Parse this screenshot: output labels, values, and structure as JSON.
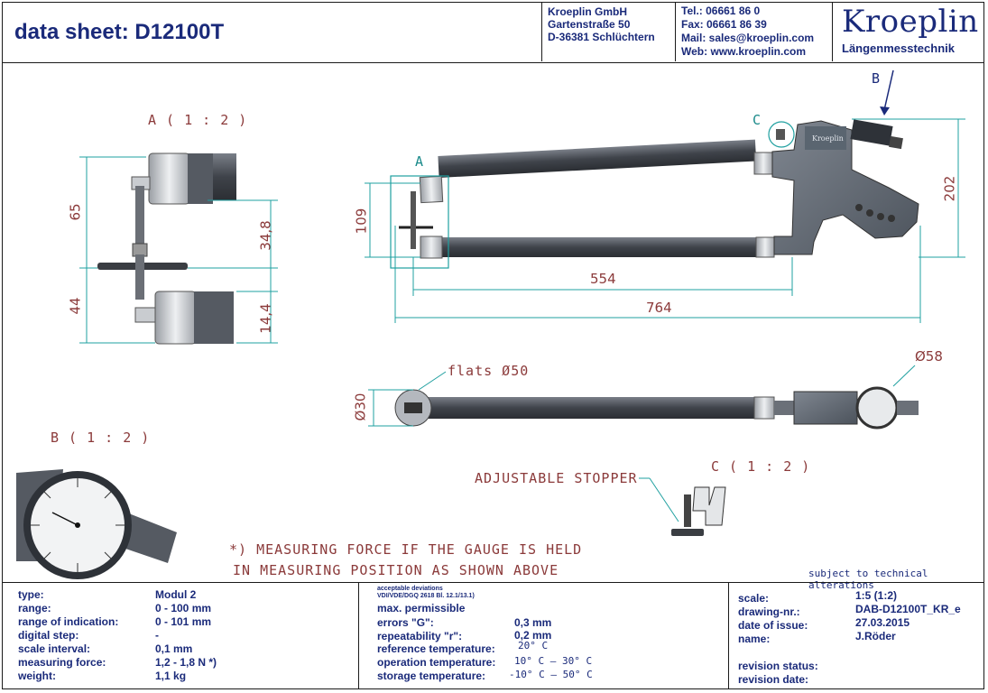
{
  "header": {
    "title": "data sheet:  D12100T",
    "company": [
      "Kroeplin GmbH",
      "Gartenstraße 50",
      "D-36381 Schlüchtern"
    ],
    "contact": [
      "Tel.:  06661 86 0",
      "Fax:  06661 86 39",
      "Mail: sales@kroeplin.com",
      "Web: www.kroeplin.com"
    ],
    "logo_name": "Kroeplin",
    "logo_sub": "Längenmesstechnik"
  },
  "drawing": {
    "view_a_title": "A ( 1 : 2 )",
    "view_b_title": "B ( 1 : 2 )",
    "view_c_title": "C ( 1 : 2 )",
    "marker_a": "A",
    "marker_b": "B",
    "marker_c": "C",
    "dim_65": "65",
    "dim_44": "44",
    "dim_348": "34,8",
    "dim_144": "14,4",
    "dim_109": "109",
    "dim_202": "202",
    "dim_554": "554",
    "dim_764": "764",
    "dim_30": "Ø30",
    "dim_58": "Ø58",
    "flats": "flats Ø50",
    "stopper": "ADJUSTABLE STOPPER",
    "note_line1": "*) MEASURING FORCE IF THE GAUGE IS HELD",
    "note_line2": "IN MEASURING POSITION AS SHOWN ABOVE",
    "device_label": "Kroeplin",
    "subject": "subject to technical alterations"
  },
  "specs": {
    "labels": [
      "type:",
      "range:",
      "range of indication:",
      "digital step:",
      "scale interval:",
      "measuring force:",
      "weight:"
    ],
    "values": [
      "Modul 2",
      "0 - 100 mm",
      "0 - 101 mm",
      "-",
      "0,1 mm",
      "1,2 - 1,8 N   *)",
      "1,1 kg"
    ]
  },
  "deviations": {
    "ref_line1": "acceptable deviations",
    "ref_line2": "VDI/VDE/DGQ 2618 Bl. 12.1/13.1)",
    "heading": "max. permissible",
    "labels": [
      "errors \"G\":",
      "repeatability \"r\":",
      "reference temperature:",
      "operation temperature:",
      "storage temperature:"
    ],
    "values": [
      "0,3 mm",
      "0,2 mm",
      "20° C",
      "10° C – 30° C",
      "-10° C – 50° C"
    ]
  },
  "titleblock": {
    "labels": [
      "scale:",
      "drawing-nr.:",
      "date of issue:",
      "name:",
      "revision status:",
      "revision date:"
    ],
    "values": [
      "1:5 (1:2)",
      "DAB-D12100T_KR_e",
      "27.03.2015",
      "J.Röder",
      "",
      ""
    ]
  },
  "colors": {
    "navy": "#1a2a7a",
    "dim_red": "#8b3a3a",
    "dim_line": "#1fa0a0",
    "tube": "#4a4e56"
  }
}
